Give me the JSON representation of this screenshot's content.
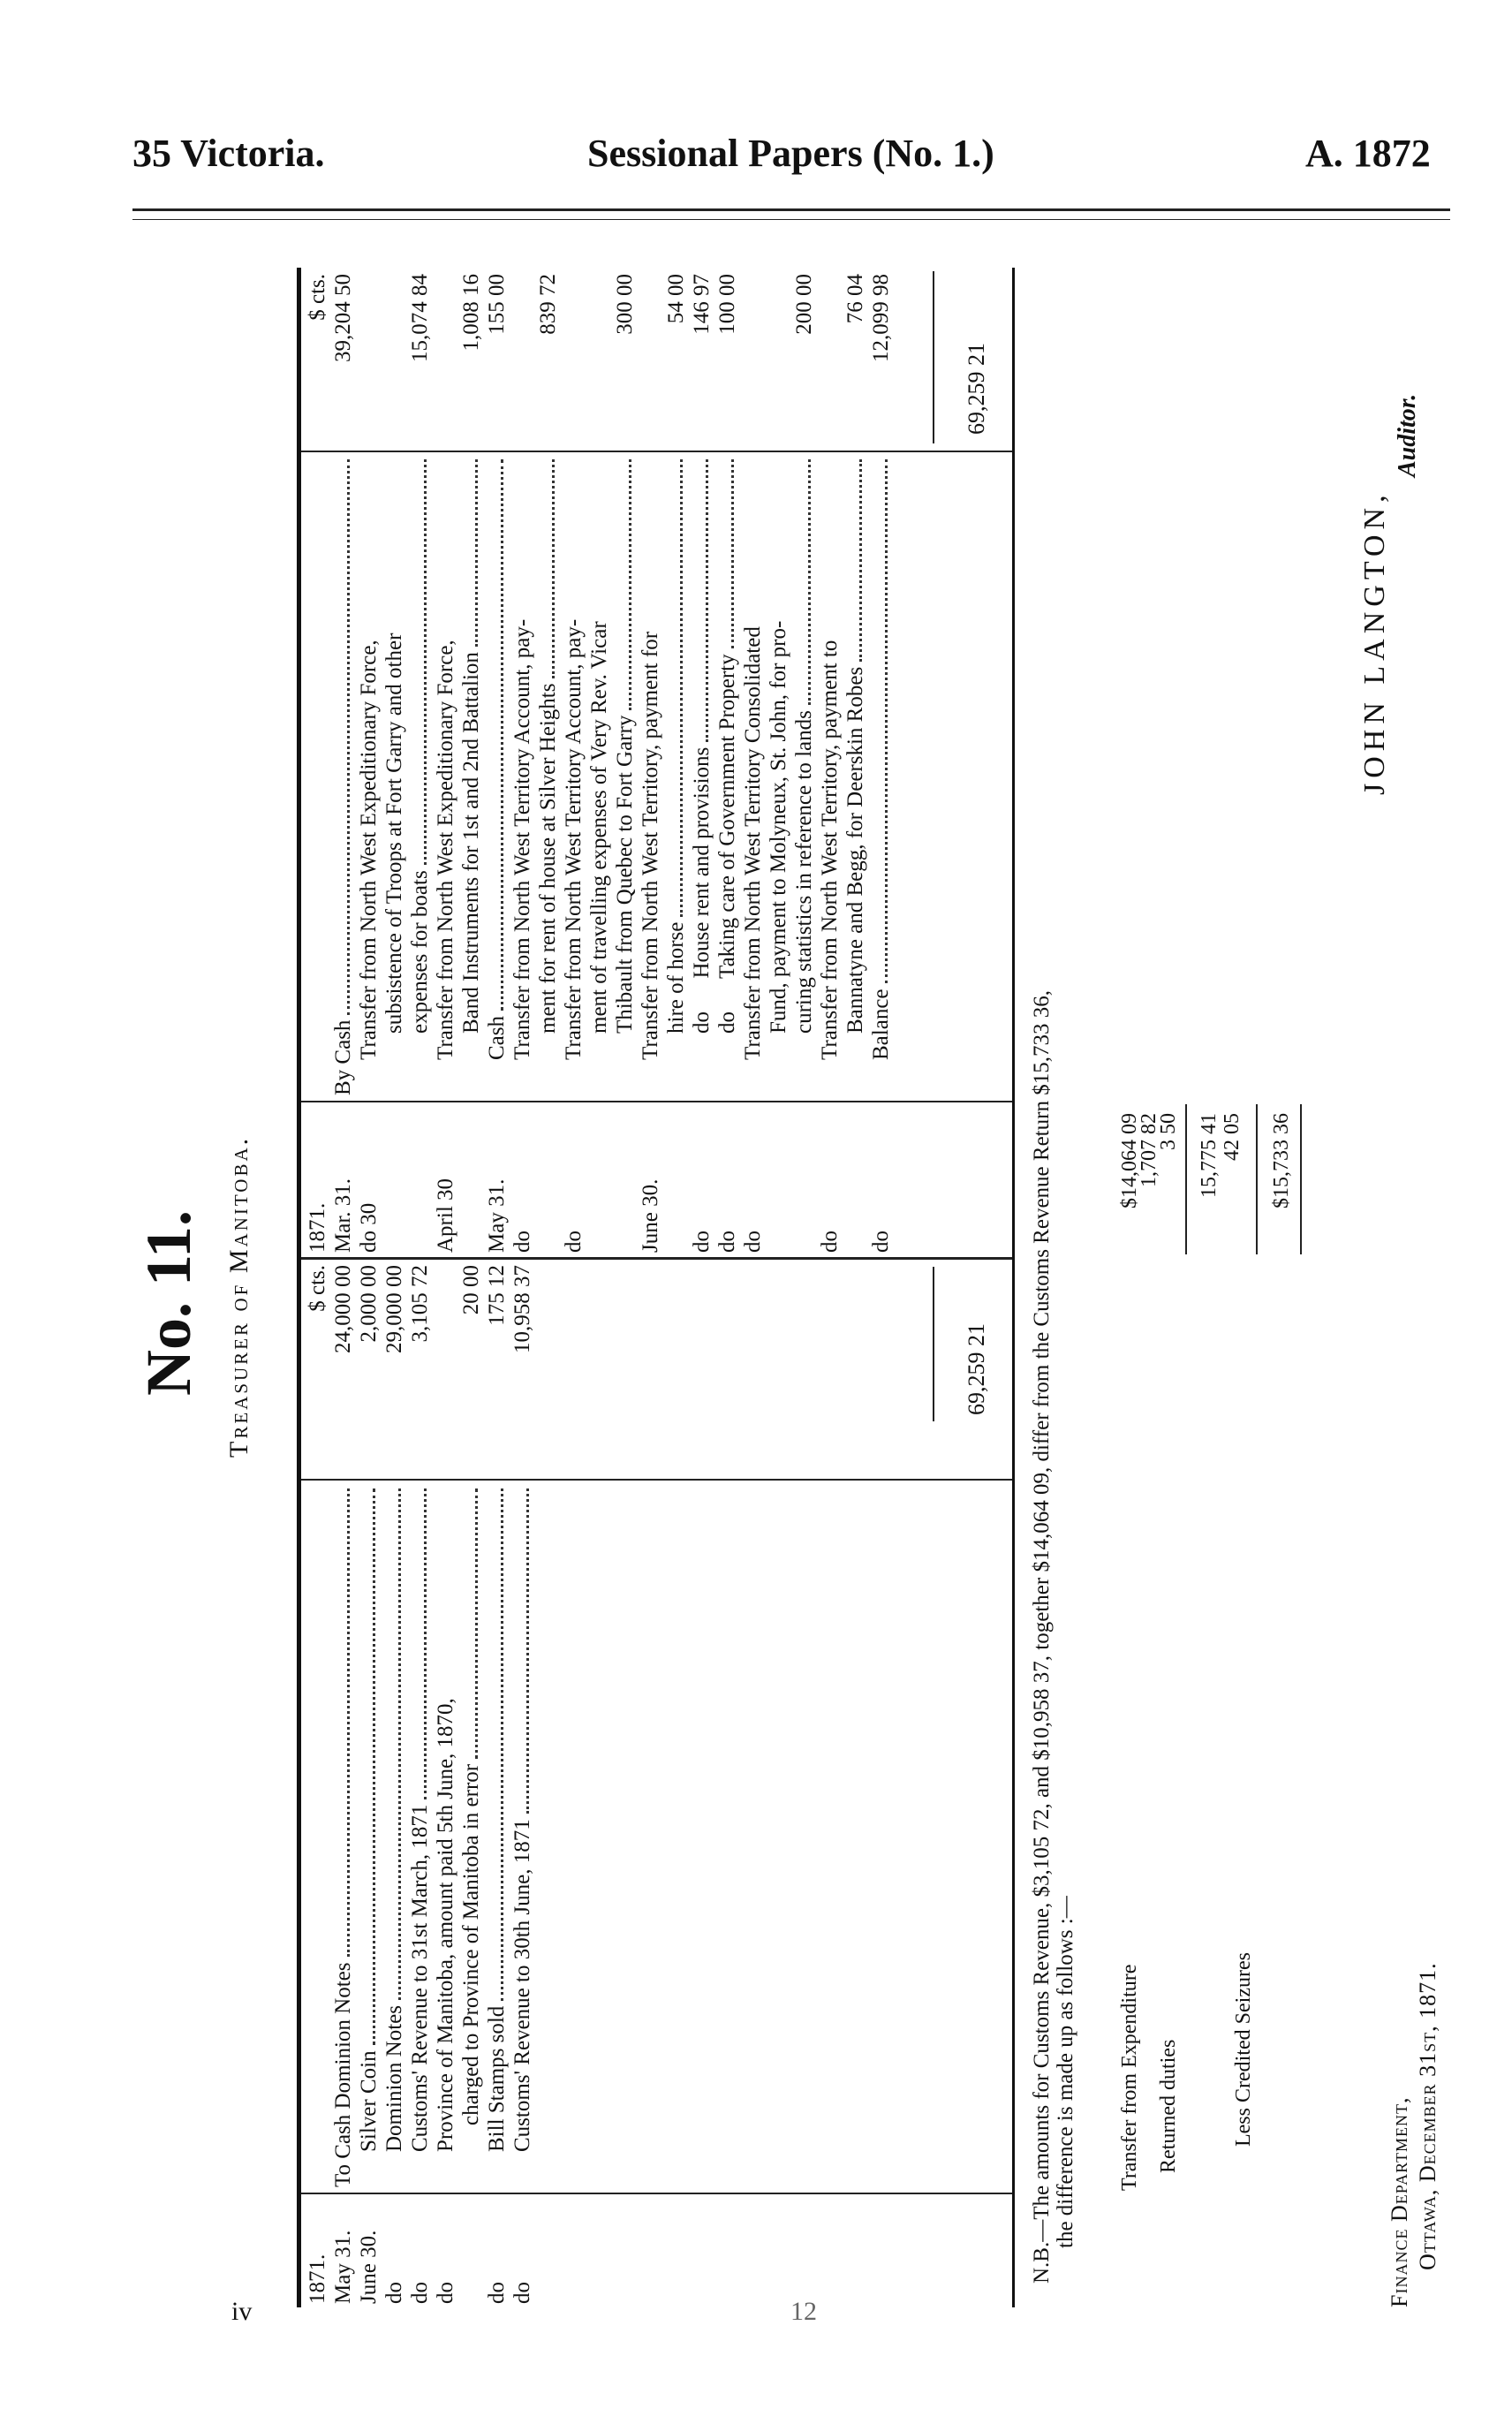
{
  "header": {
    "left": "35 Victoria.",
    "center": "Sessional Papers (No. 1.)",
    "right": "A. 1872"
  },
  "title": "No. 11.",
  "subtitle": "Treasurer of Manitoba.",
  "debit": {
    "dates": [
      "1871.",
      "May 31.",
      "June 30.",
      "do",
      "do",
      "do",
      "",
      "do",
      "do"
    ],
    "descriptions": [
      {
        "text": "",
        "lead": false,
        "indent": 0
      },
      {
        "text": "To Cash Dominion Notes",
        "lead": true,
        "indent": 0
      },
      {
        "text": "Silver Coin",
        "lead": true,
        "indent": 1
      },
      {
        "text": "Dominion Notes",
        "lead": true,
        "indent": 1
      },
      {
        "text": "Customs' Revenue to 31st March, 1871",
        "lead": true,
        "indent": 1
      },
      {
        "text": "Province of Manitoba, amount paid 5th June, 1870,",
        "lead": false,
        "indent": 1
      },
      {
        "text": "charged to Province of Manitoba in error",
        "lead": true,
        "indent": 2
      },
      {
        "text": "Bill Stamps sold",
        "lead": true,
        "indent": 1
      },
      {
        "text": "Customs' Revenue to 30th June, 1871",
        "lead": true,
        "indent": 1
      }
    ],
    "amounts": [
      "$ cts.",
      "24,000 00",
      "2,000 00",
      "29,000 00",
      "3,105 72",
      "",
      "20 00",
      "175 12",
      "10,958 37"
    ],
    "total": "69,259 21"
  },
  "credit": {
    "dates": [
      "1871.",
      "Mar. 31.",
      "do 30",
      "",
      "",
      "April 30",
      "",
      "May 31.",
      "do",
      "",
      "do",
      "",
      "",
      "June 30.",
      "",
      "do",
      "do",
      "do",
      "",
      "",
      "do",
      "",
      "do"
    ],
    "descriptions": [
      {
        "text": "",
        "lead": false,
        "indent": 0
      },
      {
        "text": "By Cash",
        "lead": true,
        "indent": 0
      },
      {
        "text": "Transfer from North West Expeditionary Force,",
        "lead": false,
        "indent": 1
      },
      {
        "text": "subsistence of Troops at Fort Garry and other",
        "lead": false,
        "indent": 2
      },
      {
        "text": "expenses for boats",
        "lead": true,
        "indent": 2
      },
      {
        "text": "Transfer from North West Expeditionary Force,",
        "lead": false,
        "indent": 1
      },
      {
        "text": "Band Instruments for 1st and 2nd Battalion",
        "lead": true,
        "indent": 2
      },
      {
        "text": "Cash",
        "lead": true,
        "indent": 1
      },
      {
        "text": "Transfer from North West Territory Account, pay-",
        "lead": false,
        "indent": 1
      },
      {
        "text": "ment for rent of house at Silver Heights",
        "lead": true,
        "indent": 2
      },
      {
        "text": "Transfer from North West Territory Account, pay-",
        "lead": false,
        "indent": 1
      },
      {
        "text": "ment of travelling expenses of Very Rev. Vicar",
        "lead": false,
        "indent": 2
      },
      {
        "text": "Thibault from Quebec to Fort Garry",
        "lead": true,
        "indent": 2
      },
      {
        "text": "Transfer from North West Territory, payment for",
        "lead": false,
        "indent": 1
      },
      {
        "text": "hire of horse",
        "lead": true,
        "indent": 2
      },
      {
        "text": "do      House rent and provisions",
        "lead": true,
        "indent": 2
      },
      {
        "text": "do      Taking care of Government Property",
        "lead": true,
        "indent": 2
      },
      {
        "text": "Transfer from North West Territory Consolidated",
        "lead": false,
        "indent": 1
      },
      {
        "text": "Fund, payment to Molyneux, St. John, for pro-",
        "lead": false,
        "indent": 2
      },
      {
        "text": "curing statistics in reference to lands",
        "lead": true,
        "indent": 2
      },
      {
        "text": "Transfer from North West Territory, payment to",
        "lead": false,
        "indent": 1
      },
      {
        "text": "Bannatyne and Begg, for Deerskin Robes",
        "lead": true,
        "indent": 2
      },
      {
        "text": "Balance",
        "lead": true,
        "indent": 1
      }
    ],
    "amounts": [
      "$ cts.",
      "39,204 50",
      "",
      "",
      "15,074 84",
      "",
      "1,008 16",
      "155 00",
      "",
      "839 72",
      "",
      "",
      "300 00",
      "",
      "54 00",
      "146 97",
      "100 00",
      "",
      "",
      "200 00",
      "",
      "76 04",
      "12,099 98"
    ],
    "total": "69,259 21"
  },
  "note": {
    "line1": "N.B.—The amounts for Customs Revenue, $3,105 72, and $10,958 37, together $14,064 09, differ from the Customs Revenue Return $15,733 36,",
    "line2": "the difference is made up as follows :—",
    "rows": [
      {
        "label": "Transfer from Expenditure",
        "amount": "$14,064 09"
      },
      {
        "label": "",
        "amount": "1,707 82"
      },
      {
        "label": "Returned duties",
        "amount": "3 50"
      }
    ],
    "subtotal": "15,775 41",
    "less_label": "Less Credited Seizures",
    "less_amount": "42 05",
    "total": "$15,733 36"
  },
  "signature": {
    "name": "JOHN LANGTON,",
    "title": "Auditor."
  },
  "origin": {
    "dept": "Finance Department,",
    "place_date": "Ottawa, December 31st, 1871."
  },
  "folio": {
    "left": "iv",
    "center": "12"
  }
}
